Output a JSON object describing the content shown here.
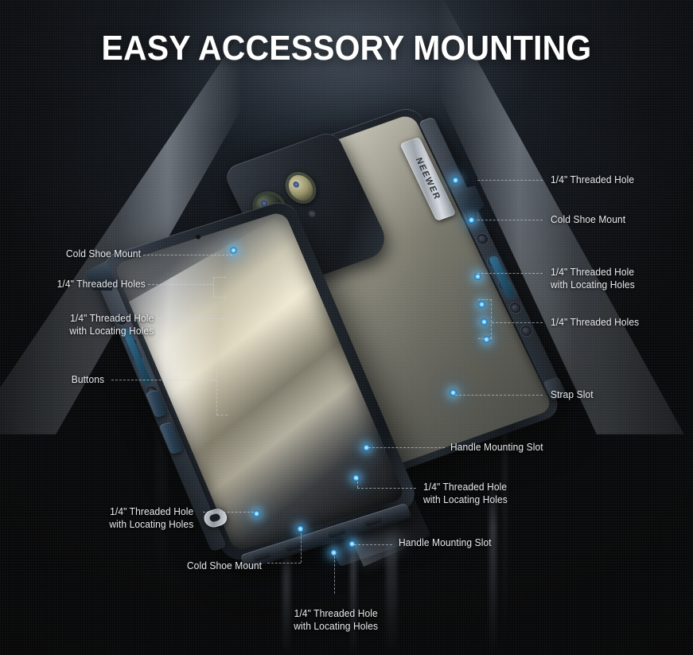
{
  "title": "EASY ACCESSORY MOUNTING",
  "brand": "NEEWER",
  "colors": {
    "background": "#060709",
    "title_text": "#ffffff",
    "label_text": "#e8eaed",
    "leader_line": "#cdd4de",
    "accent_glow": "#7fd4ff",
    "accent_teal": "#2d6d8f",
    "case_body": "#1b2027",
    "screen_highlight": "#efe9d2"
  },
  "callouts": [
    {
      "id": "right-threaded-hole-top",
      "text": "1/4\" Threaded Hole",
      "side": "right"
    },
    {
      "id": "right-cold-shoe-mount",
      "text": "Cold Shoe Mount",
      "side": "right"
    },
    {
      "id": "right-threaded-hole-locating",
      "text": "1/4\" Threaded Hole\nwith Locating Holes",
      "side": "right"
    },
    {
      "id": "right-threaded-holes",
      "text": "1/4\" Threaded Holes",
      "side": "right"
    },
    {
      "id": "right-strap-slot",
      "text": "Strap Slot",
      "side": "right"
    },
    {
      "id": "mid-handle-mounting-slot",
      "text": "Handle Mounting Slot",
      "side": "right"
    },
    {
      "id": "mid-threaded-hole-locating",
      "text": "1/4\" Threaded Hole\nwith Locating Holes",
      "side": "right"
    },
    {
      "id": "low-handle-mounting-slot",
      "text": "Handle Mounting Slot",
      "side": "right"
    },
    {
      "id": "left-cold-shoe-mount",
      "text": "Cold Shoe Mount",
      "side": "left"
    },
    {
      "id": "left-threaded-holes",
      "text": "1/4\" Threaded Holes",
      "side": "left"
    },
    {
      "id": "left-threaded-hole-locating",
      "text": "1/4\" Threaded Hole\nwith Locating Holes",
      "side": "left"
    },
    {
      "id": "left-buttons",
      "text": "Buttons",
      "side": "left"
    },
    {
      "id": "bottomleft-threaded-locating",
      "text": "1/4\" Threaded Hole\nwith Locating Holes",
      "side": "left"
    },
    {
      "id": "bottom-cold-shoe-mount",
      "text": "Cold Shoe Mount",
      "side": "left"
    },
    {
      "id": "bottom-threaded-locating",
      "text": "1/4\" Threaded Hole\nwith Locating Holes",
      "side": "center"
    }
  ]
}
